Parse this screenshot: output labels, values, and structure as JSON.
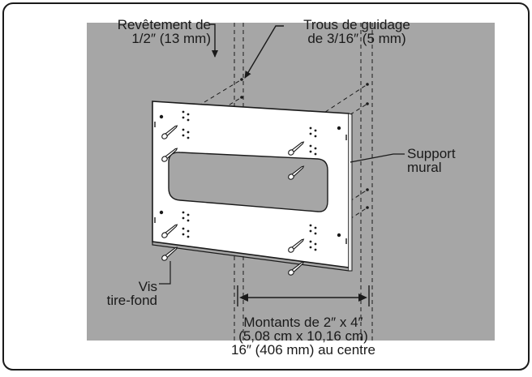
{
  "labels": {
    "sheathing": [
      "Revêtement de",
      "1/2″ (13 mm)"
    ],
    "pilot_holes": [
      "Trous de guidage",
      "de 3/16″ (5 mm)"
    ],
    "wall_bracket": [
      "Support",
      "mural"
    ],
    "lag_screws": [
      "Vis",
      "tire-fond"
    ],
    "studs": [
      "Montants de 2″ x 4″",
      "(5,08 cm x 10,16 cm)",
      "16″ (406 mm) au centre"
    ]
  },
  "colors": {
    "wall": "#a6a6a6",
    "bracket": "#ffffff",
    "outline": "#1a1a1a",
    "frame": "#1a1a1a"
  }
}
